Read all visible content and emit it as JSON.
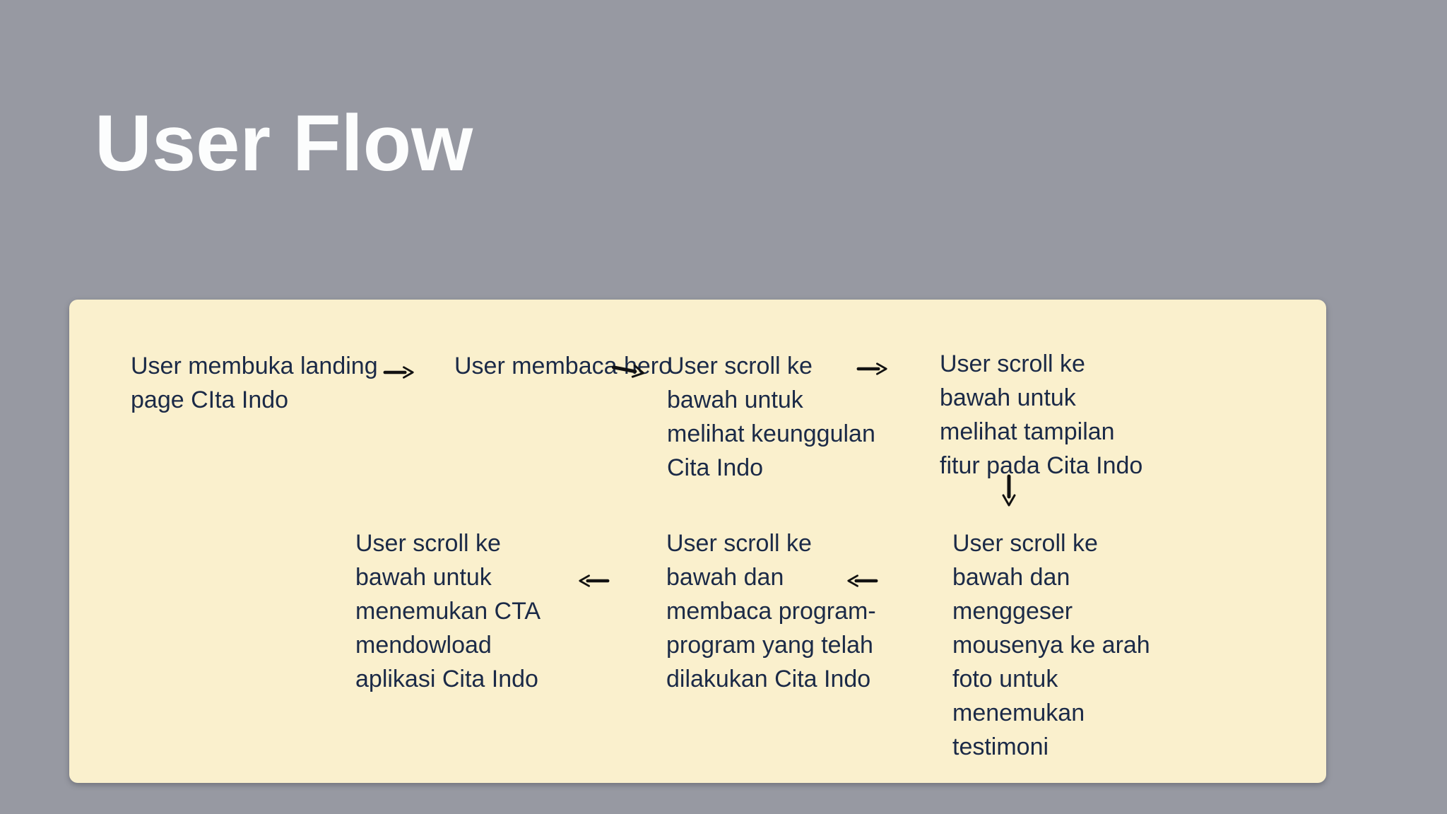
{
  "slide": {
    "title": "User Flow",
    "colors": {
      "background": "#9799A2",
      "panel": "#FAF0CD",
      "text": "#1B2A47",
      "title": "#FCFDFD",
      "arrow": "#121212"
    },
    "flow": {
      "steps": [
        {
          "order": 1,
          "text": "User membuka landing page CIta Indo",
          "lines": [
            "User membuka landing",
            "page CIta Indo"
          ]
        },
        {
          "order": 2,
          "text": "User membaca hero",
          "lines": [
            "User membaca hero"
          ]
        },
        {
          "order": 3,
          "text": "User scroll ke bawah untuk melihat keunggulan Cita Indo",
          "lines": [
            "User scroll ke",
            "bawah untuk",
            "melihat keunggulan",
            "Cita Indo"
          ]
        },
        {
          "order": 4,
          "text": "User scroll ke bawah untuk melihat tampilan fitur pada Cita Indo",
          "lines": [
            "User scroll ke",
            "bawah untuk",
            "melihat tampilan",
            "fitur pada Cita Indo"
          ]
        },
        {
          "order": 5,
          "text": "User scroll ke bawah dan menggeser mousenya ke arah foto untuk menemukan testimoni",
          "lines": [
            "User scroll ke",
            "bawah dan",
            "menggeser",
            "mousenya ke arah",
            "foto untuk",
            "menemukan",
            "testimoni"
          ]
        },
        {
          "order": 6,
          "text": "User scroll ke bawah dan membaca program-program yang telah dilakukan Cita Indo",
          "lines": [
            "User scroll ke",
            "bawah dan",
            "membaca program-",
            "program yang telah",
            "dilakukan Cita Indo"
          ]
        },
        {
          "order": 7,
          "text": "User scroll ke bawah untuk menemukan CTA mendowload aplikasi Cita Indo",
          "lines": [
            "User scroll ke",
            "bawah untuk",
            "menemukan CTA",
            "mendowload",
            "aplikasi Cita Indo"
          ]
        }
      ],
      "connections": [
        {
          "from": 1,
          "to": 2,
          "direction": "right"
        },
        {
          "from": 2,
          "to": 3,
          "direction": "right"
        },
        {
          "from": 3,
          "to": 4,
          "direction": "right"
        },
        {
          "from": 4,
          "to": 5,
          "direction": "down"
        },
        {
          "from": 5,
          "to": 6,
          "direction": "left"
        },
        {
          "from": 6,
          "to": 7,
          "direction": "left"
        }
      ]
    }
  }
}
